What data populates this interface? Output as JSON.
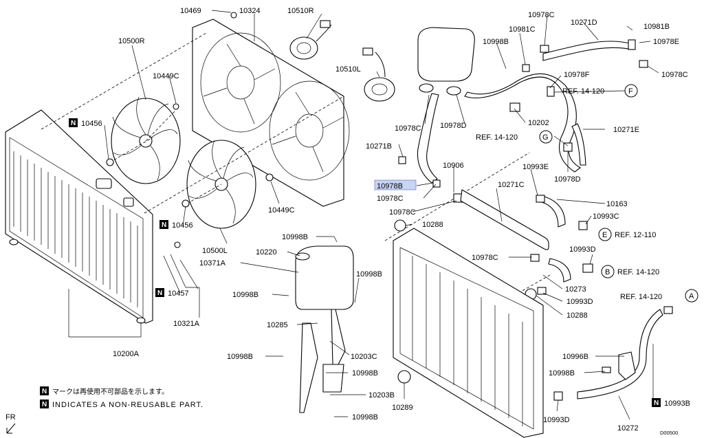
{
  "parts": {
    "p10469": "10469",
    "p10324": "10324",
    "p10510R": "10510R",
    "p10500R": "10500R",
    "p10449C_a": "10449C",
    "p10510L": "10510L",
    "p10456_a": "10456",
    "p10456_b": "10456",
    "p10449C_b": "10449C",
    "p10500L": "10500L",
    "p10371A": "10371A",
    "p10220": "10220",
    "p10998B_1": "10998B",
    "p10998B_2": "10998B",
    "p10998B_3": "10998B",
    "p10998B_4": "10998B",
    "p10998B_5": "10998B",
    "p10998B_6": "10998B",
    "p10998B_7": "10998B",
    "p10998B_8": "10998B",
    "p10285": "10285",
    "p10203C": "10203C",
    "p10203B": "10203B",
    "p10457": "10457",
    "p10321A": "10321A",
    "p10200A": "10200A",
    "p10978C_1": "10978C",
    "p10978C_2": "10978C",
    "p10978C_3": "10978C",
    "p10978C_4": "10978C",
    "p10978C_5": "10978C",
    "p10978C_6": "10978C",
    "p10981C": "10981C",
    "p10271D": "10271D",
    "p10981B": "10981B",
    "p10978E": "10978E",
    "p10978F": "10978F",
    "p10978D_1": "10978D",
    "p10978D_2": "10978D",
    "p10202": "10202",
    "p10271E": "10271E",
    "p10271B": "10271B",
    "p10978B": "10978B",
    "p10906": "10906",
    "p10993E": "10993E",
    "p10271C": "10271C",
    "p10163": "10163",
    "p10993C": "10993C",
    "p10288_a": "10288",
    "p10288_b": "10288",
    "p10993D_1": "10993D",
    "p10993D_2": "10993D",
    "p10993D_3": "10993D",
    "p10273": "10273",
    "p10996B": "10996B",
    "p10993B": "10993B",
    "p10289": "10289",
    "p10272": "10272"
  },
  "refs": {
    "ref_f": "REF. 14-120",
    "ref_g": "REF. 14-120",
    "ref_e": "REF. 12-110",
    "ref_b": "REF. 14-120",
    "ref_a": "REF. 14-120"
  },
  "circles": {
    "f": "F",
    "g": "G",
    "e": "E",
    "b": "B",
    "a": "A"
  },
  "n_badge": "N",
  "legend": {
    "jp": "マークは再使用不可部品を示します。",
    "en": "INDICATES A NON-REUSABLE PART."
  },
  "fr_label": "FR",
  "drawing_code": "D00500",
  "colors": {
    "highlight": "#c8d4f4",
    "line": "#000000"
  }
}
